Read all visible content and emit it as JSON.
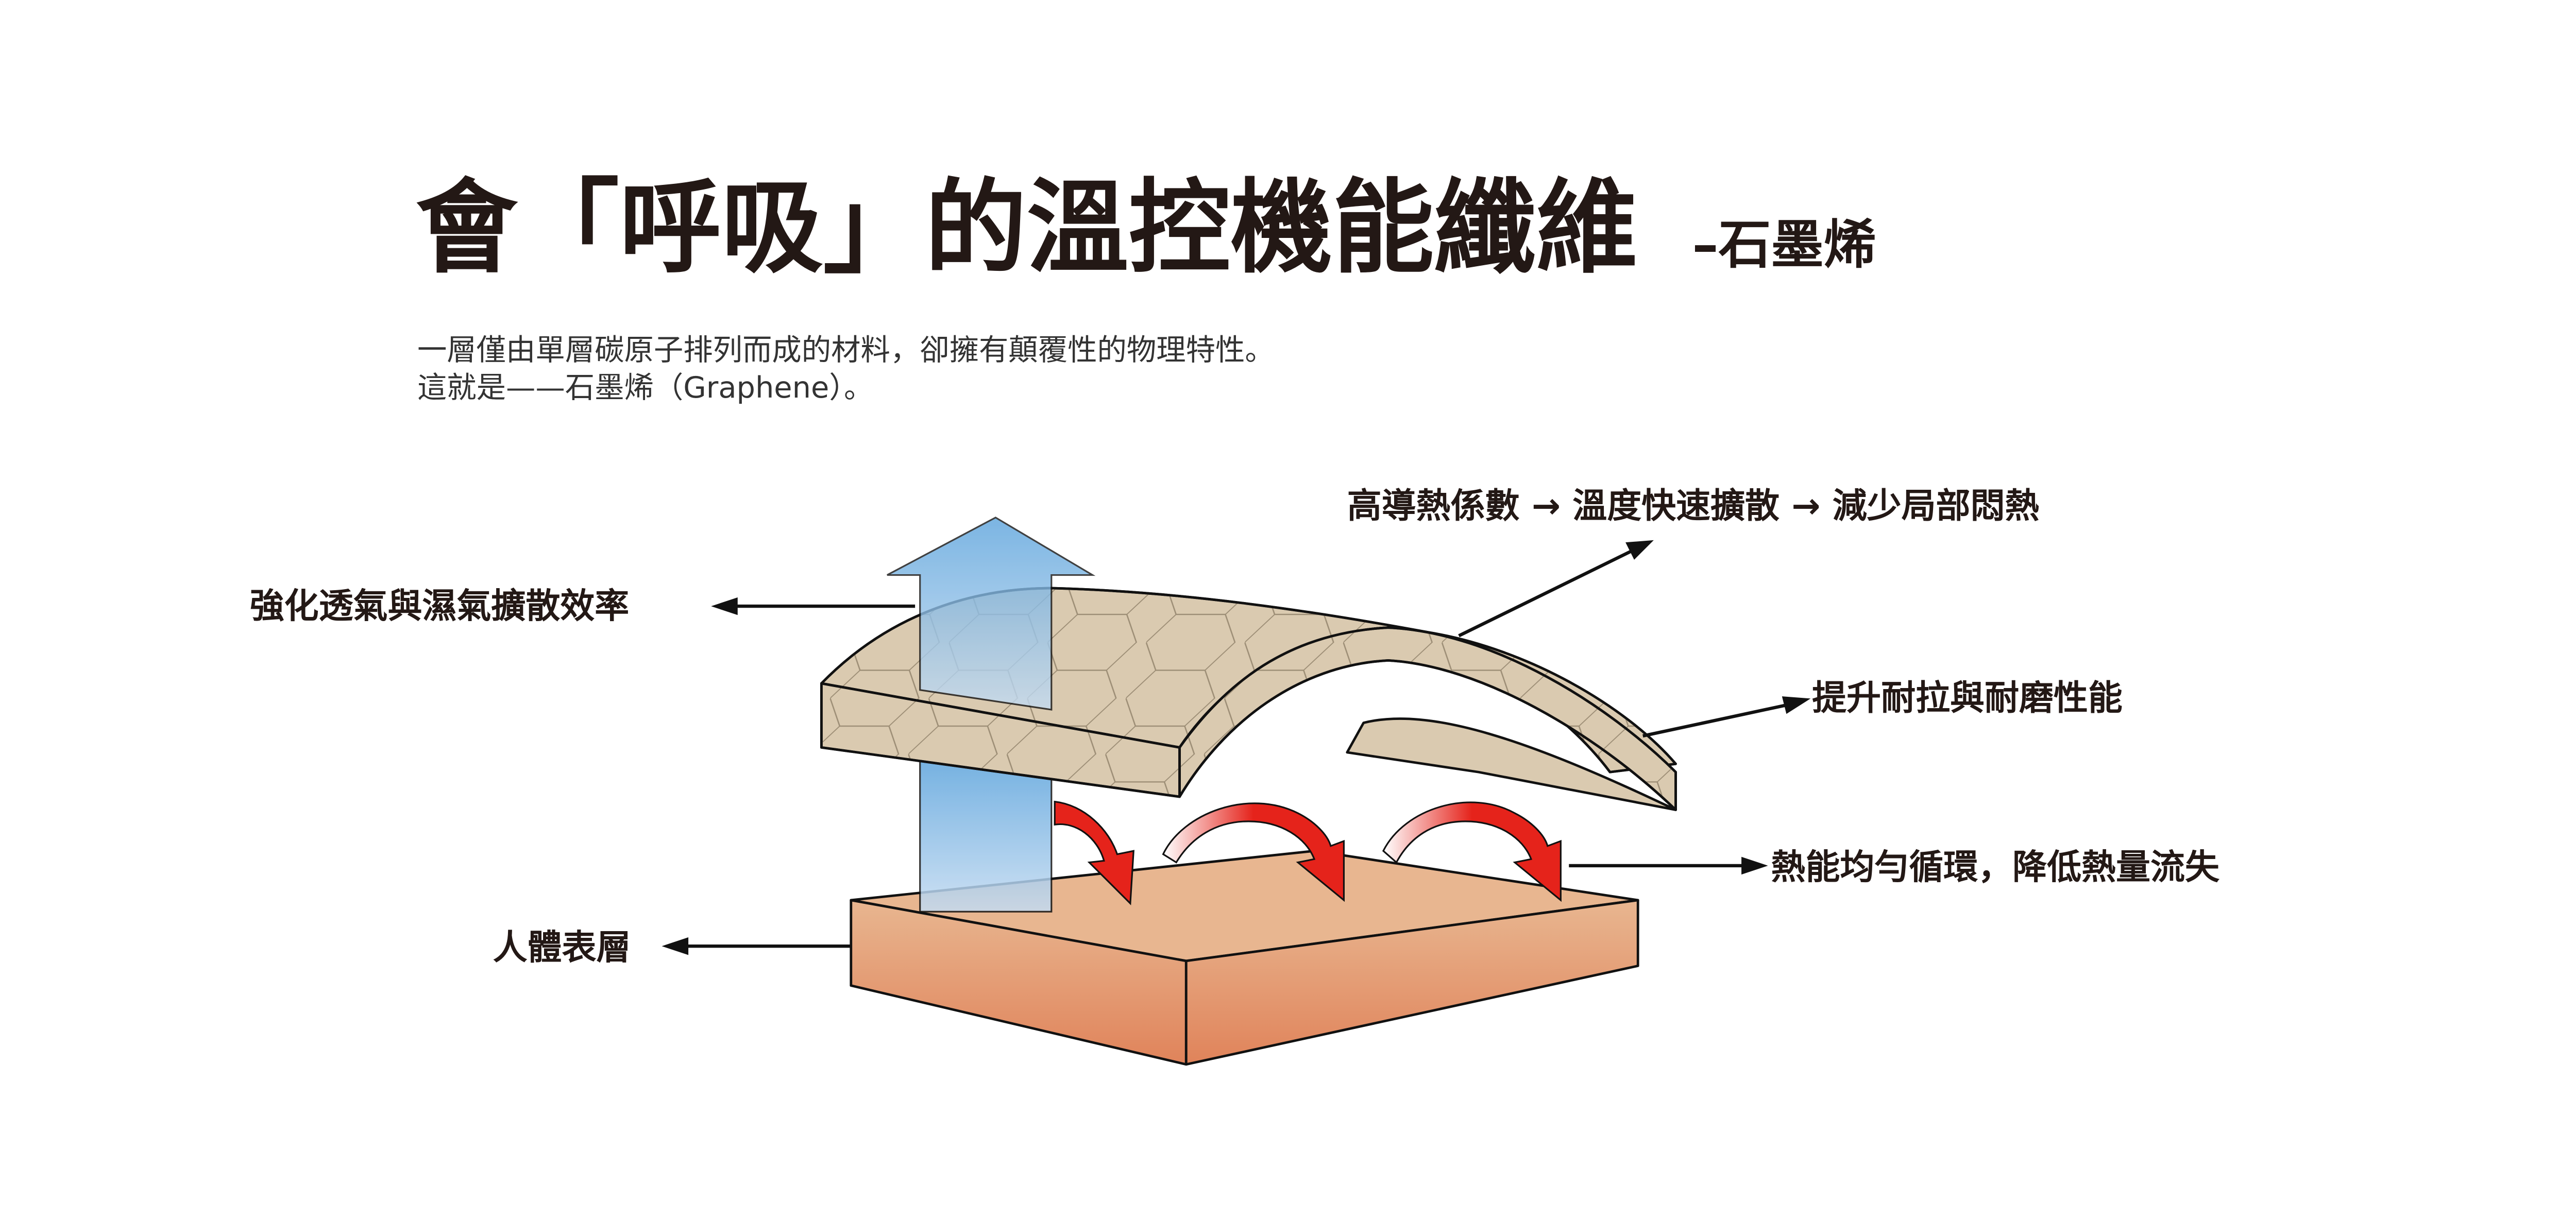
{
  "title": {
    "main": "會「呼吸」的溫控機能纖維",
    "suffix": "–石墨烯"
  },
  "description": {
    "line1": "一層僅由單層碳原子排列而成的材料，卻擁有顛覆性的物理特性。",
    "line2": "這就是——石墨烯（Graphene）。"
  },
  "labels": {
    "conductivity": "高導熱係數 → 溫度快速擴散 → 減少局部悶熱",
    "breathability": "強化透氣與濕氣擴散效率",
    "durability": "提升耐拉與耐磨性能",
    "heat_cycle": "熱能均勻循環，降低熱量流失",
    "skin": "人體表層"
  },
  "colors": {
    "fabric": "#dacab0",
    "skin_top": "#e8b690",
    "skin_bottom": "#e0835a",
    "air_arrow": "#5ba3dc",
    "heat_arrow": "#e5231b",
    "text": "#231815"
  }
}
